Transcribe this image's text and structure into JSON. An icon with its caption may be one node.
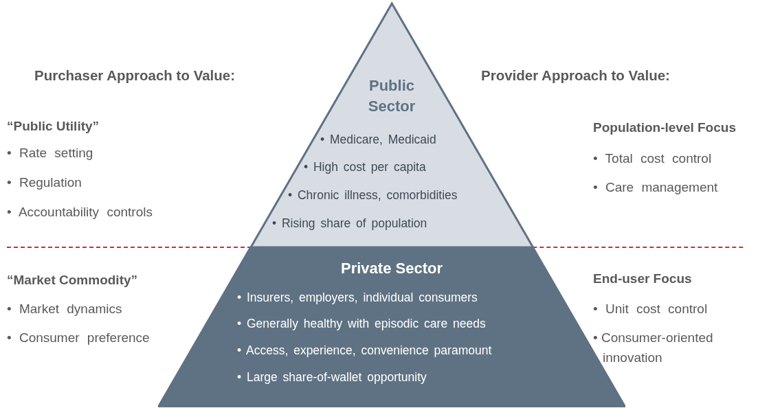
{
  "diagram": {
    "nodes": [
      {
        "text": [
          "Public Sector",
          "• Medicare, Medicaid",
          "• High cost per capita",
          "• Chronic illness, comorbidities",
          "• Rising share of population"
        ]
      },
      {
        "text": [
          "Private Sector",
          "• Insurers, employers, individual consumers",
          "• Generally healthy with episodic care needs",
          "• Access, experience, convenience paramount",
          "• Large share-of-wallet opportunity"
        ]
      }
    ],
    "edges": [],
    "labels": [
      "Purchaser Approach to Value:",
      "Provider Approach to Value:",
      "“Public Utility”",
      "• Rate setting",
      "• Regulation",
      "• Accountability controls",
      "Population-level Focus",
      "• Total cost control",
      "• Care management",
      "“Market Commodity”",
      "• Market dynamics",
      "• Consumer preference",
      "End-user Focus",
      "• Unit cost control",
      "• Consumer-oriented innovation"
    ]
  }
}
